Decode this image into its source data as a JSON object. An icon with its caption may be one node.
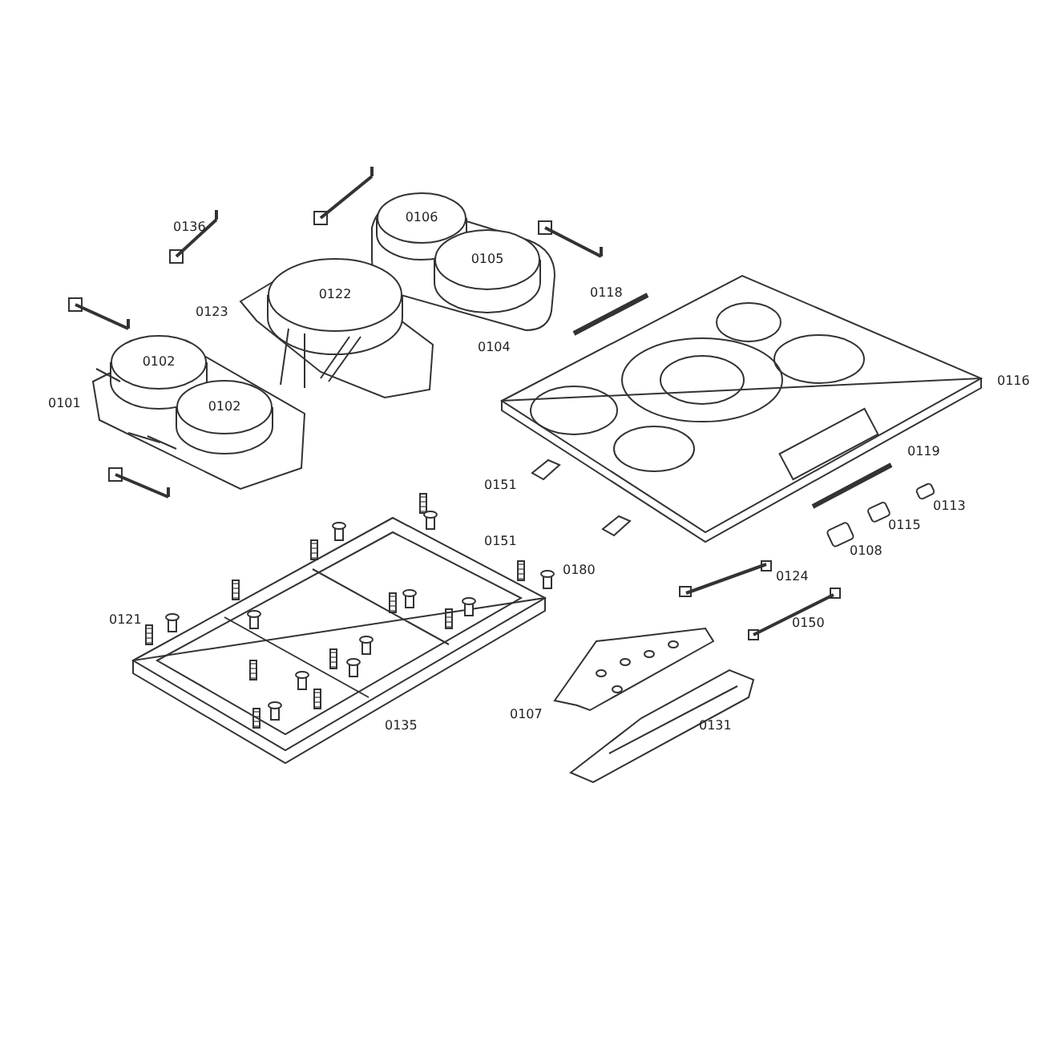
{
  "diagram": {
    "nodes": [
      {
        "text": [
          "0106"
        ]
      },
      {
        "text": [
          "0105"
        ]
      },
      {
        "text": [
          "0122"
        ]
      },
      {
        "text": [
          "0102"
        ]
      },
      {
        "text": [
          "0102"
        ]
      }
    ],
    "labels": [
      "0136",
      "0118",
      "0123",
      "0104",
      "0116",
      "0101",
      "0119",
      "0151",
      "0113",
      "0115",
      "0151",
      "0108",
      "0180",
      "0124",
      "0121",
      "0150",
      "0135",
      "0107",
      "0131"
    ]
  }
}
